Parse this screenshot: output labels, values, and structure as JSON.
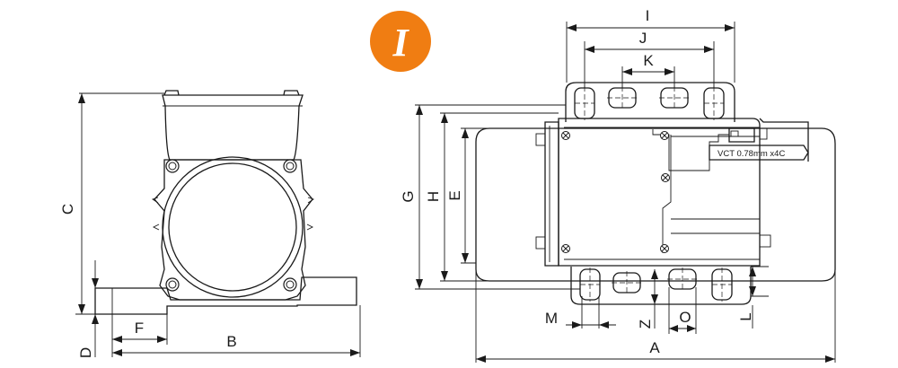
{
  "badge": {
    "text": "I",
    "color": "#f07d12"
  },
  "cable_note": "VCT 0.78mm x4C",
  "dimensions": {
    "A": "A",
    "B": "B",
    "C": "C",
    "D": "D",
    "E": "E",
    "F": "F",
    "G": "G",
    "H": "H",
    "I": "I",
    "J": "J",
    "K": "K",
    "L": "L",
    "M": "M",
    "O": "O",
    "Z": "Z"
  },
  "colors": {
    "line": "#1a1a1a",
    "background": "#ffffff"
  }
}
